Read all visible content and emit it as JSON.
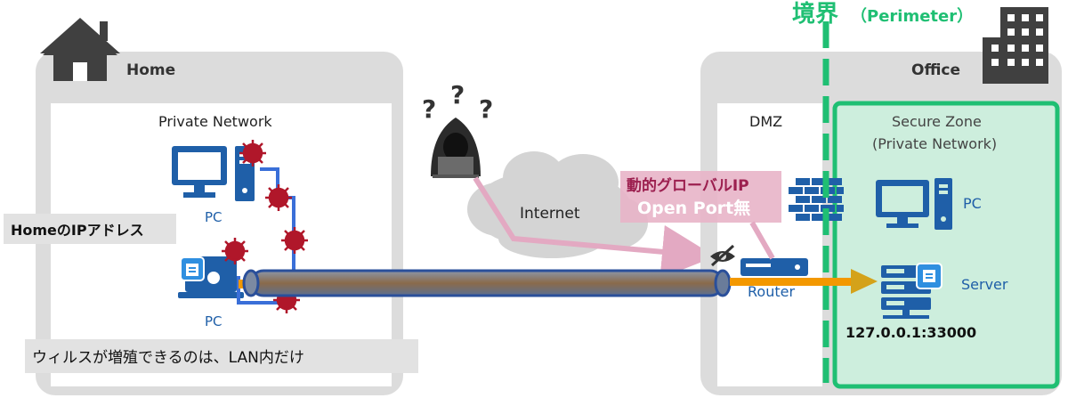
{
  "perimeter": {
    "kanji": "境界",
    "latin": "（Perimeter）"
  },
  "home": {
    "title": "Home",
    "private_network": "Private Network",
    "pc_top": "PC",
    "pc_bottom": "PC",
    "ip_label": "HomeのIPアドレス",
    "virus_note": "ウィルスが増殖できるのは、LAN内だけ"
  },
  "internet": {
    "label": "Internet"
  },
  "callout": {
    "line1": "動的グローバルIP",
    "line2": "Open Port無"
  },
  "office": {
    "title": "Office",
    "dmz": "DMZ",
    "router": "Router",
    "secure_zone": "Secure Zone",
    "secure_sub": "(Private Network)",
    "pc": "PC",
    "server": "Server",
    "server_addr": "127.0.0.1:33000"
  },
  "colors": {
    "perimeter_green": "#1fbf73",
    "secure_fill": "#cdeedd",
    "device_blue": "#1f5fa8",
    "virus_red": "#b0172a",
    "tunnel_brown": "#8a6a4a",
    "arrow_orange": "#f39800",
    "callout_pink": "#e8b4c8"
  },
  "icons": [
    "house-icon",
    "building-icon",
    "hacker-icon",
    "question-mark-icon",
    "cloud-icon",
    "pc-icon",
    "laptop-icon",
    "virus-icon",
    "router-icon",
    "firewall-icon",
    "server-icon",
    "eye-slash-icon"
  ]
}
